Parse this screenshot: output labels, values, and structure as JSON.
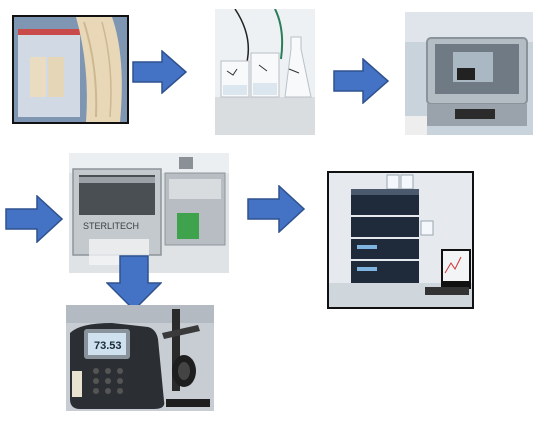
{
  "figure": {
    "arrow_color": "#4472C4",
    "arrow_outline": "#2F528F",
    "steps": [
      {
        "id": "sample",
        "icon": "fabric-sample-photo"
      },
      {
        "id": "beakers",
        "icon": "glass-beakers-photo"
      },
      {
        "id": "sonicator",
        "icon": "ultrasonic-bath-photo"
      },
      {
        "id": "filtration",
        "icon": "sterlitech-filtration-cell-photo"
      },
      {
        "id": "hplc",
        "icon": "hplc-system-photo"
      },
      {
        "id": "meter",
        "icon": "ph-meter-photo"
      }
    ],
    "labels": {
      "sterlitech": "STERLITECH",
      "meter_reading": "73.53"
    }
  }
}
